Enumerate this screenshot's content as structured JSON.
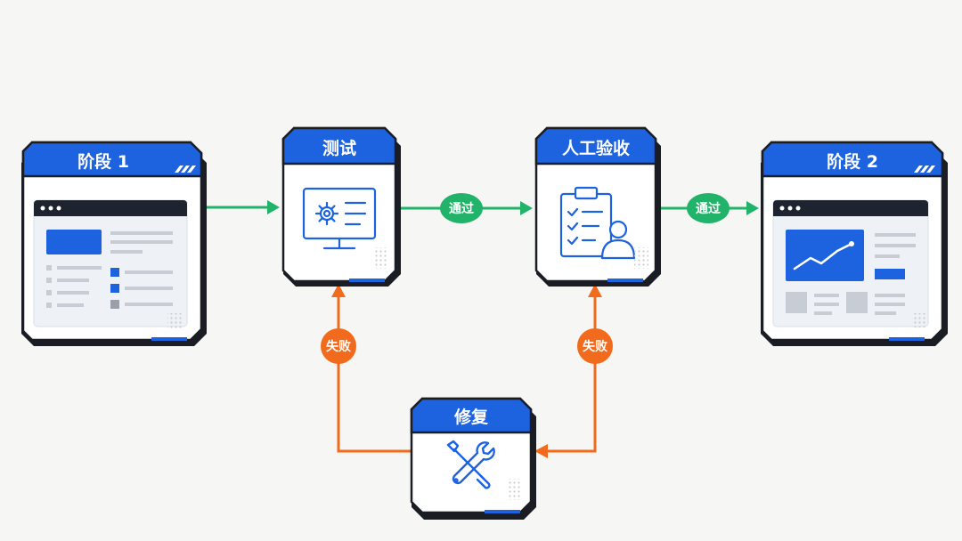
{
  "nodes": {
    "stage1": {
      "title": "阶段 1"
    },
    "test": {
      "title": "测试"
    },
    "review": {
      "title": "人工验收"
    },
    "stage2": {
      "title": "阶段 2"
    },
    "fix": {
      "title": "修复"
    }
  },
  "edges": {
    "pass_label": "通过",
    "fail_label": "失败"
  },
  "colors": {
    "primary_blue": "#1d63e0",
    "pass_green": "#21b36a",
    "fail_orange": "#f26a1b",
    "outline": "#1a1d24"
  },
  "icons": {
    "test": "gear-monitor-icon",
    "review": "clipboard-checklist-user-icon",
    "fix": "wrench-screwdriver-icon",
    "stage1": "webpage-layout-icon",
    "stage2": "dashboard-chart-icon"
  }
}
